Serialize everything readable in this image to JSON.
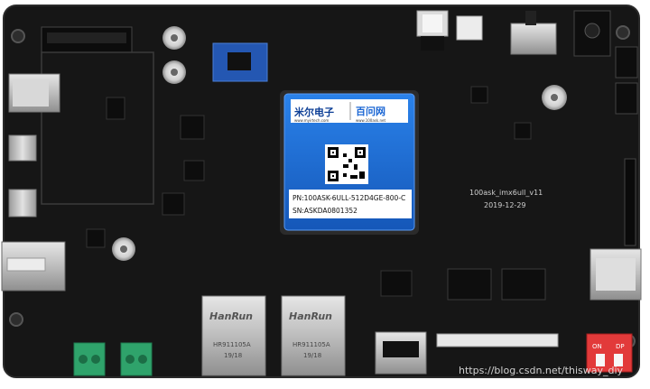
{
  "board": {
    "name": "100ask_imx6ull_v11",
    "date": "2019-12-29"
  },
  "som": {
    "brand_cn": "米尔电子",
    "brand_site": "www.myirtech.com",
    "partner_cn": "百问网",
    "partner_site": "www.100ask.net",
    "pn": "PN:100ASK-6ULL-512D4GE-800-C",
    "sn": "SN:ASKDA0801352"
  },
  "ethernet": [
    {
      "brand": "HanRun",
      "model": "HR911105A",
      "code": "19/18"
    },
    {
      "brand": "HanRun",
      "model": "HR911105A",
      "code": "19/18"
    }
  ],
  "dip_switch": {
    "left": "ON",
    "right": "DP"
  },
  "watermark": "https://blog.csdn.net/thisway_diy",
  "colors": {
    "pcb": "#161616",
    "som_blue": "#1f6fd6",
    "terminal_green": "#2fa36b",
    "dip_red": "#e23a3a",
    "rj45_silver": "#c9c9c9"
  }
}
